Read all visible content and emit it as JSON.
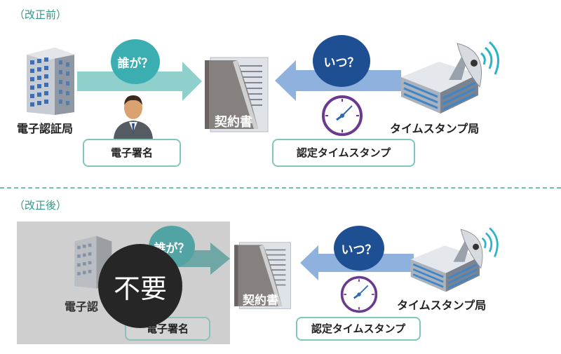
{
  "before": {
    "section_label": "（改正前）",
    "issuer_label": "電子認証局",
    "who_bubble": "誰が？",
    "signature_box": "電子署名",
    "document_title": "契約書",
    "when_bubble": "いつ？",
    "tsa_label": "タイムスタンプ局",
    "timestamp_box": "認定タイムスタンプ"
  },
  "after": {
    "section_label": "（改正後）",
    "issuer_label": "電子認",
    "who_bubble": "誰が？",
    "signature_box": "電子署名",
    "unneeded_badge": "不要",
    "document_title": "契約書",
    "when_bubble": "いつ？",
    "tsa_label": "タイムスタンプ局",
    "timestamp_box": "認定タイムスタンプ"
  },
  "colors": {
    "teal": "#3aaeb0",
    "teal_arrow": "#8fd0cc",
    "navy": "#1d4f92",
    "blue_arrow": "#8eb2dd",
    "purple": "#6b3a8c",
    "section_green": "#2f9a86"
  },
  "icons": [
    "office-building-icon",
    "businessman-icon",
    "contract-document-icon",
    "clock-icon",
    "satellite-dish-icon"
  ]
}
